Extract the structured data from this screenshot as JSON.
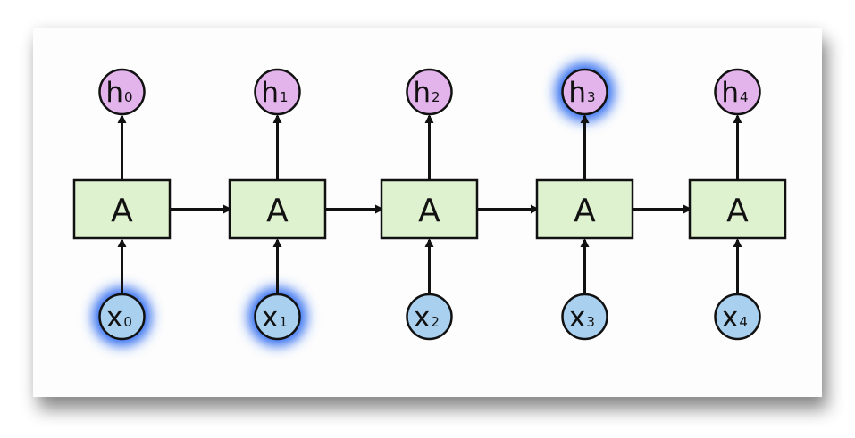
{
  "diagram": {
    "title": "Unrolled recurrent neural network",
    "colors": {
      "cell_fill": "#dff2d0",
      "output_fill": "#e3b3ec",
      "input_fill": "#a9d0ef",
      "stroke": "#111111",
      "highlight": "#2f6cf0"
    },
    "cells": [
      {
        "label": "A"
      },
      {
        "label": "A"
      },
      {
        "label": "A"
      },
      {
        "label": "A"
      },
      {
        "label": "A"
      }
    ],
    "outputs": [
      {
        "base": "h",
        "sub": "0",
        "highlighted": false
      },
      {
        "base": "h",
        "sub": "1",
        "highlighted": false
      },
      {
        "base": "h",
        "sub": "2",
        "highlighted": false
      },
      {
        "base": "h",
        "sub": "3",
        "highlighted": true
      },
      {
        "base": "h",
        "sub": "4",
        "highlighted": false
      }
    ],
    "inputs": [
      {
        "base": "x",
        "sub": "0",
        "highlighted": true
      },
      {
        "base": "x",
        "sub": "1",
        "highlighted": true
      },
      {
        "base": "x",
        "sub": "2",
        "highlighted": false
      },
      {
        "base": "x",
        "sub": "3",
        "highlighted": false
      },
      {
        "base": "x",
        "sub": "4",
        "highlighted": false
      }
    ]
  }
}
